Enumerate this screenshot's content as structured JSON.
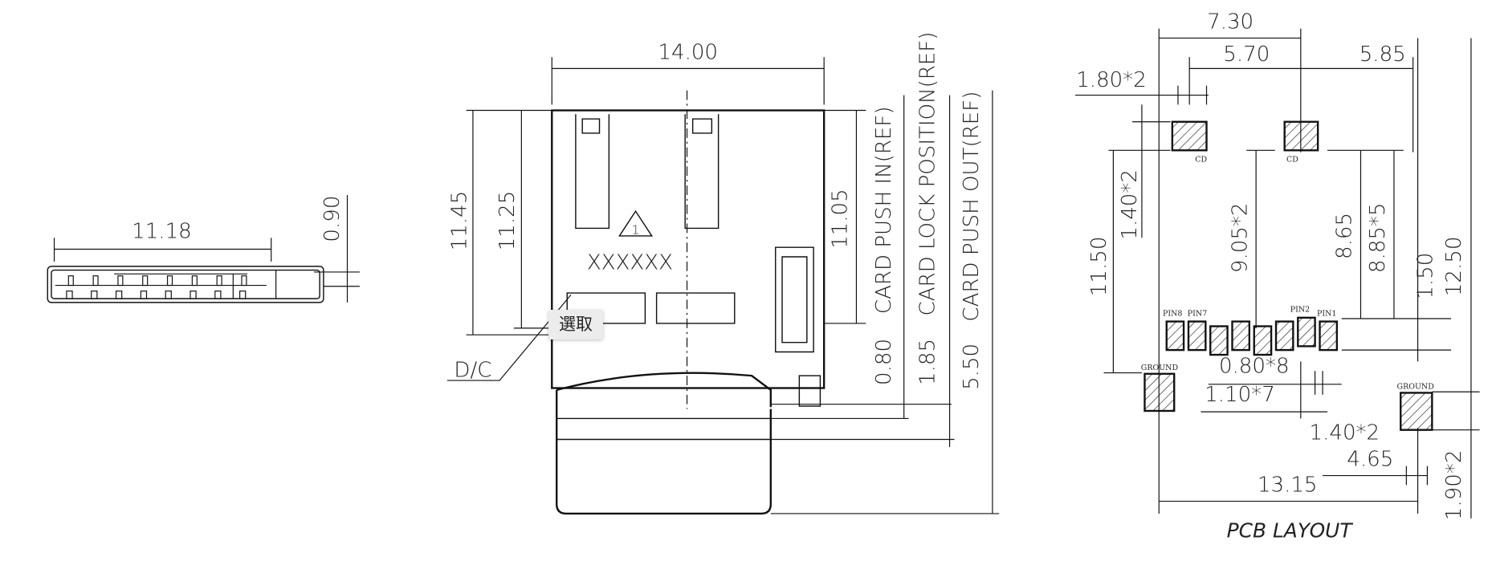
{
  "side_view": {
    "width_dim": "11.18",
    "height_dim": "0.90"
  },
  "top_view": {
    "width_dim": "14.00",
    "dim_1145": "11.45",
    "dim_1125": "11.25",
    "dim_1105": "11.05",
    "marking_number": "1",
    "marking_text": "XXXXXX",
    "date_code": "D/C",
    "push_in_label": "CARD PUSH IN(REF)",
    "push_in_value": "0.80",
    "lock_label": "CARD LOCK POSITION(REF)",
    "lock_value": "1.85",
    "push_out_label": "CARD PUSH OUT(REF)",
    "push_out_value": "5.50"
  },
  "tooltip": {
    "label": "選取"
  },
  "pcb_layout": {
    "title": "PCB LAYOUT",
    "dims": {
      "d730": "7.30",
      "d570": "5.70",
      "d585": "5.85",
      "d180x2": "1.80*2",
      "d140x2_v": "1.40*2",
      "d1150": "11.50",
      "d905x2": "9.05*2",
      "d865": "8.65",
      "d885x5": "8.85*5",
      "d150": "1.50",
      "d1250": "12.50",
      "d080x8": "0.80*8",
      "d110x7": "1.10*7",
      "d140x2_h": "1.40*2",
      "d465": "4.65",
      "d1315": "13.15",
      "d190x2": "1.90*2"
    },
    "pad_labels": {
      "cd": "CD",
      "pin8": "PIN8",
      "pin7": "PIN7",
      "pin2": "PIN2",
      "pin1": "PIN1",
      "ground": "GROUND"
    }
  }
}
